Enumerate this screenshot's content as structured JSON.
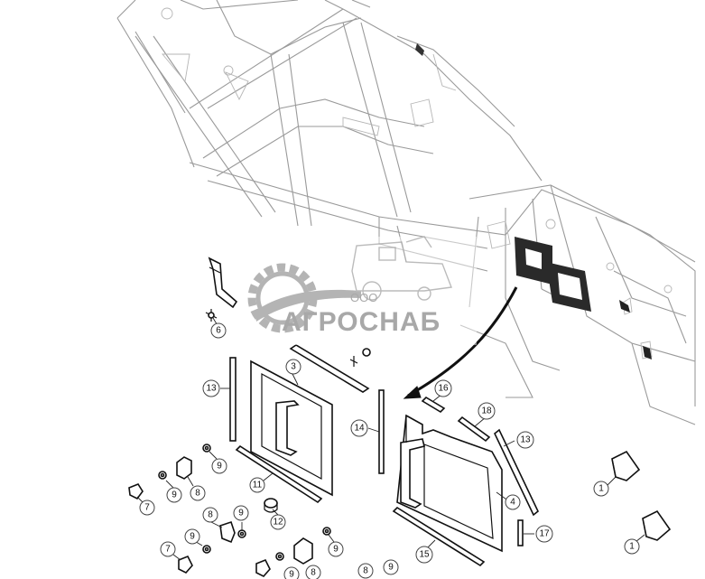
{
  "watermark": {
    "prefix": "ООО",
    "name": "АГРОСНАБ"
  },
  "callouts": [
    {
      "id": "c1",
      "label": "1"
    },
    {
      "id": "c2",
      "label": "1"
    },
    {
      "id": "c3",
      "label": "3"
    },
    {
      "id": "c4",
      "label": "4"
    },
    {
      "id": "c5",
      "label": "6"
    },
    {
      "id": "c6",
      "label": "7"
    },
    {
      "id": "c7",
      "label": "7"
    },
    {
      "id": "c8",
      "label": "8"
    },
    {
      "id": "c9",
      "label": "8"
    },
    {
      "id": "c10",
      "label": "8"
    },
    {
      "id": "c11",
      "label": "8"
    },
    {
      "id": "c12",
      "label": "9"
    },
    {
      "id": "c13",
      "label": "9"
    },
    {
      "id": "c14",
      "label": "9"
    },
    {
      "id": "c15",
      "label": "9"
    },
    {
      "id": "c16",
      "label": "9"
    },
    {
      "id": "c17",
      "label": "9"
    },
    {
      "id": "c18",
      "label": "9"
    },
    {
      "id": "c19",
      "label": "11"
    },
    {
      "id": "c20",
      "label": "12"
    },
    {
      "id": "c21",
      "label": "13"
    },
    {
      "id": "c22",
      "label": "13"
    },
    {
      "id": "c23",
      "label": "14"
    },
    {
      "id": "c24",
      "label": "15"
    },
    {
      "id": "c25",
      "label": "16"
    },
    {
      "id": "c26",
      "label": "17"
    },
    {
      "id": "c27",
      "label": "18"
    }
  ]
}
